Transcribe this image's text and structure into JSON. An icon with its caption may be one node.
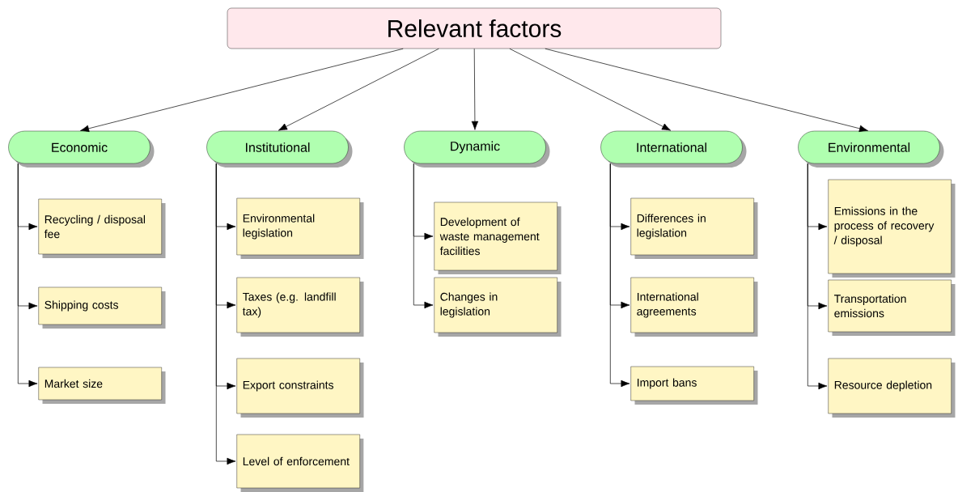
{
  "diagram": {
    "nodes": [
      {
        "text": [
          "Relevant factors"
        ]
      },
      {
        "text": [
          "Economic"
        ]
      },
      {
        "text": [
          "Recycling / disposal fee"
        ]
      },
      {
        "text": [
          "Shipping costs"
        ]
      },
      {
        "text": [
          "Market size"
        ]
      },
      {
        "text": [
          "Institutional"
        ]
      },
      {
        "text": [
          "Environmental legislation"
        ]
      },
      {
        "text": [
          "Taxes (e.g. landfill tax)"
        ]
      },
      {
        "text": [
          "Export constraints"
        ]
      },
      {
        "text": [
          "Level of enforcement"
        ]
      },
      {
        "text": [
          "Dynamic"
        ]
      },
      {
        "text": [
          "Development of waste management facilities"
        ]
      },
      {
        "text": [
          "Changes in legislation"
        ]
      },
      {
        "text": [
          "International"
        ]
      },
      {
        "text": [
          "Differences in legislation"
        ]
      },
      {
        "text": [
          "International agreements"
        ]
      },
      {
        "text": [
          "Import bans"
        ]
      },
      {
        "text": [
          "Environmental"
        ]
      },
      {
        "text": [
          "Emissions in the process of recovery / disposal"
        ]
      },
      {
        "text": [
          "Transportation emissions"
        ]
      },
      {
        "text": [
          "Resource depletion"
        ]
      }
    ],
    "edges": [
      {
        "from": 0,
        "to": 1,
        "arrow": "to"
      },
      {
        "from": 0,
        "to": 5,
        "arrow": "to"
      },
      {
        "from": 0,
        "to": 10,
        "arrow": "to"
      },
      {
        "from": 0,
        "to": 13,
        "arrow": "to"
      },
      {
        "from": 0,
        "to": 17,
        "arrow": "to"
      },
      {
        "from": 1,
        "to": 2,
        "arrow": "to"
      },
      {
        "from": 1,
        "to": 3,
        "arrow": "to"
      },
      {
        "from": 1,
        "to": 4,
        "arrow": "to"
      },
      {
        "from": 5,
        "to": 6,
        "arrow": "to"
      },
      {
        "from": 5,
        "to": 7,
        "arrow": "to"
      },
      {
        "from": 5,
        "to": 8,
        "arrow": "to"
      },
      {
        "from": 5,
        "to": 9,
        "arrow": "to"
      },
      {
        "from": 10,
        "to": 11,
        "arrow": "to"
      },
      {
        "from": 10,
        "to": 12,
        "arrow": "to"
      },
      {
        "from": 13,
        "to": 14,
        "arrow": "to"
      },
      {
        "from": 13,
        "to": 15,
        "arrow": "to"
      },
      {
        "from": 13,
        "to": 16,
        "arrow": "to"
      },
      {
        "from": 17,
        "to": 18,
        "arrow": "to"
      },
      {
        "from": 17,
        "to": 19,
        "arrow": "to"
      },
      {
        "from": 17,
        "to": 20,
        "arrow": "to"
      }
    ]
  }
}
